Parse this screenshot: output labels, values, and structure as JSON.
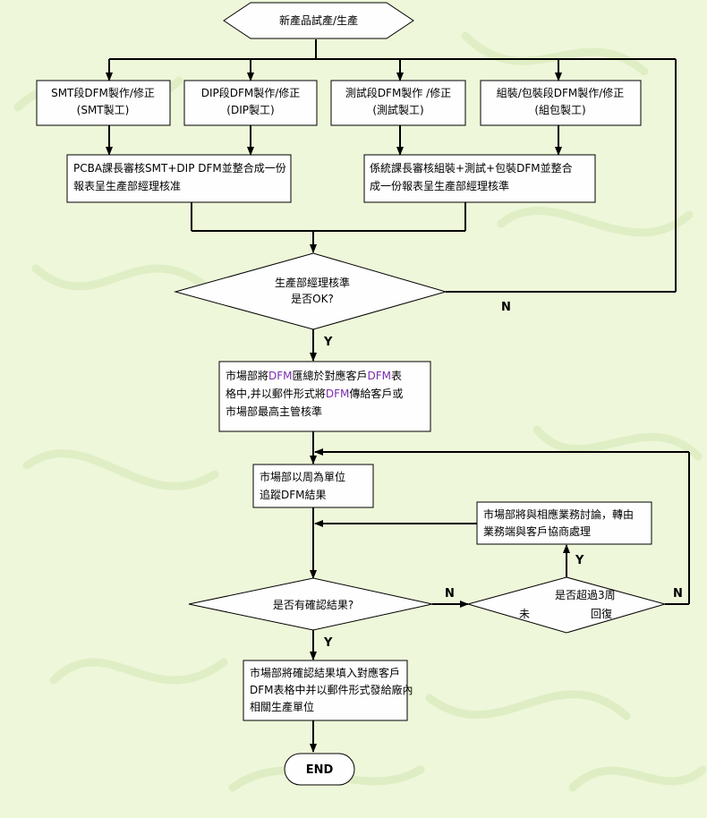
{
  "start": "新產品試產/生產",
  "box_smt": [
    "SMT段DFM製作/修正",
    "(SMT製工)"
  ],
  "box_dip": [
    "DIP段DFM製作/修正",
    "(DIP製工)"
  ],
  "box_test": [
    "測試段DFM製作 /修正",
    "(測試製工)"
  ],
  "box_pack": [
    "組裝/包裝段DFM製作/修正",
    "(組包製工)"
  ],
  "box_pcba": [
    "PCBA課長審核SMT+DIP DFM並整合成一份",
    "報表呈生產部經理核准"
  ],
  "box_system": [
    "係統課長審核組裝+測試+包裝DFM並整合",
    "成一份報表呈生產部經理核準"
  ],
  "decision_manager": [
    "生產部經理核準",
    "是否OK?"
  ],
  "box_market_summary": {
    "line1_a": "市場部將",
    "line1_dfm": "DFM",
    "line1_b": "匯總於對應客戶",
    "line1_dfm2": "DFM",
    "line1_c": "表",
    "line2_a": "格中,并以郵件形式將",
    "line2_dfm": "DFM",
    "line2_b": "傳給客戶或",
    "line3": "市場部最高主管核準"
  },
  "box_track": [
    "市場部以周為單位",
    "追蹤DFM結果"
  ],
  "box_discuss": [
    "市場部將與相應業務討論，轉由",
    "業務端與客戶協商處理"
  ],
  "decision_confirm": "是否有確認結果?",
  "decision_overdue": {
    "top": "是否超過3周",
    "left": "未",
    "right": "回復"
  },
  "box_final": [
    "市場部將確認結果填入對應客戶",
    "DFM表格中并以郵件形式發給廠內",
    "相關生產單位"
  ],
  "end": "END",
  "labels": {
    "n_manager": "N",
    "y_manager": "Y",
    "n_confirm": "N",
    "y_confirm": "Y",
    "y_overdue": "Y",
    "n_overdue": "N"
  },
  "colors": {
    "background": "#eef7d9",
    "fill": "#fefefe",
    "stroke": "#000000",
    "dfm_accent": "#7a2cae"
  }
}
